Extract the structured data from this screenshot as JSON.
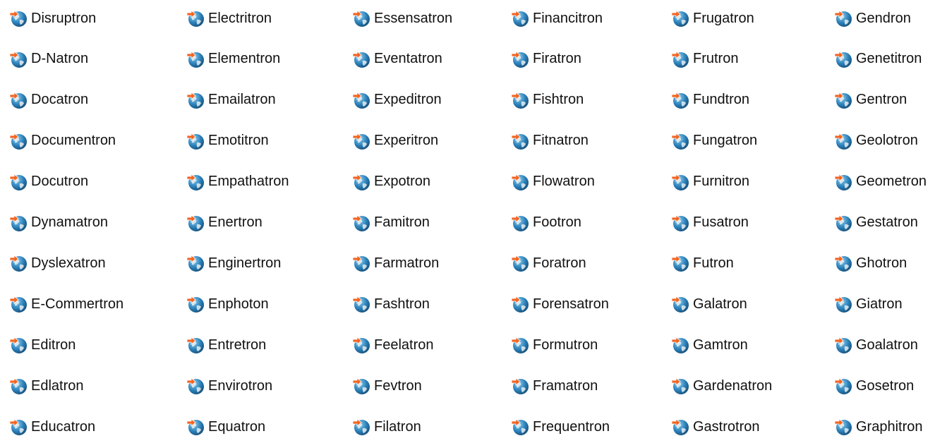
{
  "icons": {
    "item_icon": "internet-shortcut-globe-icon"
  },
  "colors": {
    "globe": "#2a7fb8",
    "land": "#e8eef2",
    "arrow": "#f26522"
  },
  "columns": [
    [
      "Disruptron",
      "D-Natron",
      "Docatron",
      "Documentron",
      "Docutron",
      "Dynamatron",
      "Dyslexatron",
      "E-Commertron",
      "Editron",
      "Edlatron",
      "Educatron"
    ],
    [
      "Electritron",
      "Elementron",
      "Emailatron",
      "Emotitron",
      "Empathatron",
      "Enertron",
      "Enginertron",
      "Enphoton",
      "Entretron",
      "Envirotron",
      "Equatron"
    ],
    [
      "Essensatron",
      "Eventatron",
      "Expeditron",
      "Experitron",
      "Expotron",
      "Famitron",
      "Farmatron",
      "Fashtron",
      "Feelatron",
      "Fevtron",
      "Filatron"
    ],
    [
      "Financitron",
      "Firatron",
      "Fishtron",
      "Fitnatron",
      "Flowatron",
      "Footron",
      "Foratron",
      "Forensatron",
      "Formutron",
      "Framatron",
      "Frequentron"
    ],
    [
      "Frugatron",
      "Frutron",
      "Fundtron",
      "Fungatron",
      "Furnitron",
      "Fusatron",
      "Futron",
      "Galatron",
      "Gamtron",
      "Gardenatron",
      "Gastrotron"
    ],
    [
      "Gendron",
      "Genetitron",
      "Gentron",
      "Geolotron",
      "Geometron",
      "Gestatron",
      "Ghotron",
      "Giatron",
      "Goalatron",
      "Gosetron",
      "Graphitron"
    ]
  ]
}
